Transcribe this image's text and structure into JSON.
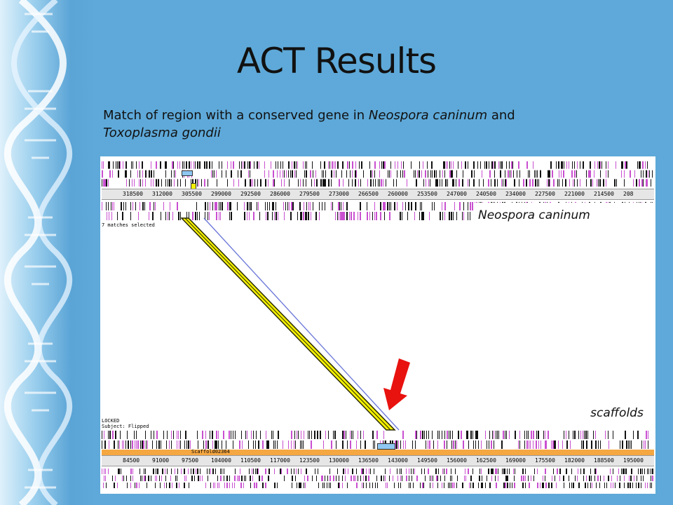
{
  "slide": {
    "title": "ACT Results",
    "subtitle_pre": "Match of region with a conserved gene in ",
    "subtitle_species1": "Neospora caninum",
    "subtitle_mid": " and ",
    "subtitle_species2": "Toxoplasma gondii"
  },
  "act": {
    "top_ruler_ticks": [
      "318500",
      "312000",
      "305500",
      "299000",
      "292500",
      "286000",
      "279500",
      "273000",
      "266500",
      "260000",
      "253500",
      "247000",
      "240500",
      "234000",
      "227500",
      "221000",
      "214500",
      "208"
    ],
    "status_top": "7 matches selected",
    "label_top": "Neospora caninum",
    "label_bottom": "scaffolds",
    "status_locked": "LOCKED",
    "status_subject": "Subject: Flipped",
    "scaffold_tag": "Scaffold02364",
    "bottom_ruler_ticks": [
      "84500",
      "91000",
      "97500",
      "104000",
      "110500",
      "117000",
      "123500",
      "130000",
      "136500",
      "143000",
      "149500",
      "156000",
      "162500",
      "169000",
      "175500",
      "182000",
      "188500",
      "195000"
    ],
    "colors": {
      "match": "#f4f000",
      "match_edge": "#2a2a00",
      "track_magenta": "#c94fd0",
      "arrow": "#e8120f"
    }
  }
}
